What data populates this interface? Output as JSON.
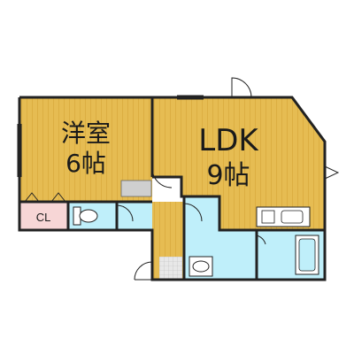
{
  "rooms": {
    "western_room": {
      "name": "洋室",
      "size": "6帖"
    },
    "ldk": {
      "name": "LDK",
      "size": "9帖"
    },
    "closet": {
      "label": "CL"
    }
  },
  "colors": {
    "flooring": "#e6bc52",
    "flooring_stripe": "#d9a93c",
    "wet_area": "#bfeffa",
    "closet": "#f7d6d6",
    "wall": "#222222",
    "entry_tile": "#d8d8d8"
  }
}
